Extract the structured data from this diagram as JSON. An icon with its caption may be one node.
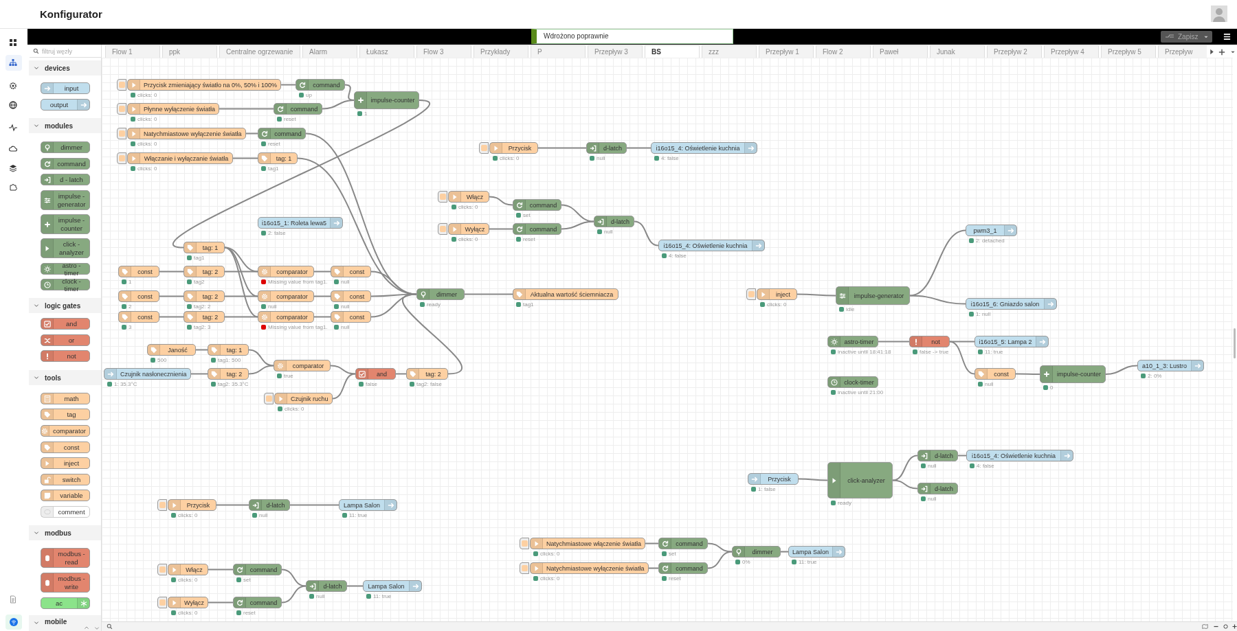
{
  "diagram": {
    "title": "Konfigurator",
    "nodes": [
      {
        "text": [
          "input"
        ]
      },
      {
        "text": [
          "output"
        ]
      },
      {
        "text": [
          "dimmer"
        ]
      },
      {
        "text": [
          "command"
        ]
      },
      {
        "text": [
          "d - latch"
        ]
      },
      {
        "text": [
          "impulse - generator"
        ]
      },
      {
        "text": [
          "impulse - counter"
        ]
      },
      {
        "text": [
          "click - analyzer"
        ]
      },
      {
        "text": [
          "astro - timer"
        ]
      },
      {
        "text": [
          "clock - timer"
        ]
      },
      {
        "text": [
          "and"
        ]
      },
      {
        "text": [
          "or"
        ]
      },
      {
        "text": [
          "not"
        ]
      },
      {
        "text": [
          "math"
        ]
      },
      {
        "text": [
          "tag"
        ]
      },
      {
        "text": [
          "comparator"
        ]
      },
      {
        "text": [
          "const"
        ]
      },
      {
        "text": [
          "inject"
        ]
      },
      {
        "text": [
          "switch"
        ]
      },
      {
        "text": [
          "variable"
        ]
      },
      {
        "text": [
          "comment"
        ]
      },
      {
        "text": [
          "modbus - read"
        ]
      },
      {
        "text": [
          "modbus - write"
        ]
      },
      {
        "text": [
          "ac"
        ]
      },
      {
        "text": [
          "Przycisk zmieniający światło na 0%, 50% i 100%"
        ],
        "beside": [
          "clicks: 0"
        ]
      },
      {
        "text": [
          "command"
        ],
        "beside": [
          "up"
        ]
      },
      {
        "text": [
          "Płynne wyłączenie światła"
        ],
        "beside": [
          "clicks: 0"
        ]
      },
      {
        "text": [
          "command"
        ],
        "beside": [
          "reset"
        ]
      },
      {
        "text": [
          "impulse-counter"
        ],
        "beside": [
          "1"
        ]
      },
      {
        "text": [
          "Natychmiastowe wyłączenie światła"
        ],
        "beside": [
          "clicks: 0"
        ]
      },
      {
        "text": [
          "command"
        ],
        "beside": [
          "reset"
        ]
      },
      {
        "text": [
          "Włączanie i wyłączanie światła"
        ],
        "beside": [
          "clicks: 0"
        ]
      },
      {
        "text": [
          "tag: 1"
        ],
        "beside": [
          "tag1"
        ]
      },
      {
        "text": [
          "Przycisk"
        ],
        "beside": [
          "clicks: 0"
        ]
      },
      {
        "text": [
          "d-latch"
        ],
        "beside": [
          "null"
        ]
      },
      {
        "text": [
          "i16o15_4: Oświetlenie kuchnia"
        ],
        "beside": [
          "4: false"
        ]
      },
      {
        "text": [
          "Włącz"
        ],
        "beside": [
          "clicks: 0"
        ]
      },
      {
        "text": [
          "command"
        ],
        "beside": [
          "set"
        ]
      },
      {
        "text": [
          "Wyłącz"
        ],
        "beside": [
          "clicks: 0"
        ]
      },
      {
        "text": [
          "command"
        ],
        "beside": [
          "reset"
        ]
      },
      {
        "text": [
          "d-latch"
        ],
        "beside": [
          "null"
        ]
      },
      {
        "text": [
          "i16o15_4: Oświetlenie kuchnia"
        ],
        "beside": [
          "4: false"
        ]
      },
      {
        "text": [
          "i16o15_1: Roleta lewa5"
        ],
        "beside": [
          "2: false"
        ]
      },
      {
        "text": [
          "pwm3_1"
        ],
        "beside": [
          "2: detached"
        ]
      },
      {
        "text": [
          "tag: 1"
        ],
        "beside": [
          "tag1"
        ]
      },
      {
        "text": [
          "const"
        ],
        "beside": [
          "1"
        ]
      },
      {
        "text": [
          "tag: 2"
        ],
        "beside": [
          "tag2"
        ]
      },
      {
        "text": [
          "comparator"
        ],
        "beside": [
          "Missing value from tag1."
        ]
      },
      {
        "text": [
          "const"
        ],
        "beside": [
          "null"
        ]
      },
      {
        "text": [
          "const"
        ],
        "beside": [
          "2"
        ]
      },
      {
        "text": [
          "tag: 2"
        ],
        "beside": [
          "tag2: 2"
        ]
      },
      {
        "text": [
          "comparator"
        ],
        "beside": [
          "null"
        ]
      },
      {
        "text": [
          "const"
        ],
        "beside": [
          "null"
        ]
      },
      {
        "text": [
          "dimmer"
        ],
        "beside": [
          "ready"
        ]
      },
      {
        "text": [
          "Aktualna wartość ściemniacza"
        ],
        "beside": [
          "tag1"
        ]
      },
      {
        "text": [
          "inject"
        ],
        "beside": [
          "clicks: 0"
        ]
      },
      {
        "text": [
          "impulse-generator"
        ],
        "beside": [
          "idle"
        ]
      },
      {
        "text": [
          "i16o15_6: Gniazdo salon"
        ],
        "beside": [
          "1: null"
        ]
      },
      {
        "text": [
          "const"
        ],
        "beside": [
          "3"
        ]
      },
      {
        "text": [
          "tag: 2"
        ],
        "beside": [
          "tag2: 3"
        ]
      },
      {
        "text": [
          "comparator"
        ],
        "beside": [
          "Missing value from tag1."
        ]
      },
      {
        "text": [
          "const"
        ],
        "beside": [
          "null"
        ]
      },
      {
        "text": [
          "astro-timer"
        ],
        "beside": [
          "inactive until 18:41:18"
        ]
      },
      {
        "text": [
          "not"
        ],
        "beside": [
          "false -> true"
        ]
      },
      {
        "text": [
          "i16o15_5: Lampa 2"
        ],
        "beside": [
          "11: true"
        ]
      },
      {
        "text": [
          "Janość"
        ],
        "beside": [
          "500"
        ]
      },
      {
        "text": [
          "tag: 1"
        ],
        "beside": [
          "tag1: 500"
        ]
      },
      {
        "text": [
          "comparator"
        ],
        "beside": [
          "true"
        ]
      },
      {
        "text": [
          "a10_1_3: Lustro"
        ],
        "beside": [
          "2: 0%"
        ]
      },
      {
        "text": [
          "Czujnik nasłonecznienia"
        ],
        "beside": [
          "1: 35.3°C"
        ]
      },
      {
        "text": [
          "tag: 2"
        ],
        "beside": [
          "tag2: 35.3°C"
        ]
      },
      {
        "text": [
          "and"
        ],
        "beside": [
          "false"
        ]
      },
      {
        "text": [
          "tag: 2"
        ],
        "beside": [
          "tag2: false"
        ]
      },
      {
        "text": [
          "impulse-counter"
        ],
        "beside": [
          "0"
        ]
      },
      {
        "text": [
          "const"
        ],
        "beside": [
          "null"
        ]
      },
      {
        "text": [
          "clock-timer"
        ],
        "beside": [
          "inactive until 21:00"
        ]
      },
      {
        "text": [
          "Czujnik ruchu"
        ],
        "beside": [
          "clicks: 0"
        ]
      },
      {
        "text": [
          "d-latch"
        ],
        "beside": [
          "null"
        ]
      },
      {
        "text": [
          "i16o15_4: Oświetlenie kuchnia"
        ],
        "beside": [
          "4: false"
        ]
      },
      {
        "text": [
          "click-analyzer"
        ],
        "beside": [
          "ready"
        ]
      },
      {
        "text": [
          "Przycisk"
        ],
        "beside": [
          "1: false"
        ]
      },
      {
        "text": [
          "d-latch"
        ],
        "beside": [
          "null"
        ]
      },
      {
        "text": [
          "Przycisk"
        ],
        "beside": [
          "clicks: 0"
        ]
      },
      {
        "text": [
          "d-latch"
        ],
        "beside": [
          "null"
        ]
      },
      {
        "text": [
          "Lampa Salon"
        ],
        "beside": [
          "11: true"
        ]
      },
      {
        "text": [
          "Natychmiastowe włączenie światła"
        ],
        "beside": [
          "clicks: 0"
        ]
      },
      {
        "text": [
          "command"
        ],
        "beside": [
          "set"
        ]
      },
      {
        "text": [
          "dimmer"
        ],
        "beside": [
          "0%"
        ]
      },
      {
        "text": [
          "Lampa Salon"
        ],
        "beside": [
          "11: true"
        ]
      },
      {
        "text": [
          "Natychmiastowe wyłączenie światła"
        ],
        "beside": [
          "clicks: 0"
        ]
      },
      {
        "text": [
          "command"
        ],
        "beside": [
          "reset"
        ]
      },
      {
        "text": [
          "Włącz"
        ],
        "beside": [
          "clicks: 0"
        ]
      },
      {
        "text": [
          "command"
        ],
        "beside": [
          "set"
        ]
      },
      {
        "text": [
          "d-latch"
        ],
        "beside": [
          "null"
        ]
      },
      {
        "text": [
          "Lampa Salon"
        ],
        "beside": [
          "11: true"
        ]
      },
      {
        "text": [
          "Wyłącz"
        ],
        "beside": [
          "clicks: 0"
        ]
      },
      {
        "text": [
          "command"
        ],
        "beside": [
          "reset"
        ]
      }
    ],
    "edges": [
      {
        "from": 24,
        "to": 25,
        "arrow": "none"
      },
      {
        "from": 25,
        "to": 28,
        "arrow": "none"
      },
      {
        "from": 26,
        "to": 27,
        "arrow": "none"
      },
      {
        "from": 27,
        "to": 28,
        "arrow": "none"
      },
      {
        "from": 28,
        "to": 44,
        "arrow": "none"
      },
      {
        "from": 29,
        "to": 30,
        "arrow": "none"
      },
      {
        "from": 30,
        "to": 53,
        "arrow": "none"
      },
      {
        "from": 31,
        "to": 32,
        "arrow": "none"
      },
      {
        "from": 32,
        "to": 53,
        "arrow": "none"
      },
      {
        "from": 33,
        "to": 34,
        "arrow": "none"
      },
      {
        "from": 34,
        "to": 35,
        "arrow": "none"
      },
      {
        "from": 36,
        "to": 37,
        "arrow": "none"
      },
      {
        "from": 38,
        "to": 39,
        "arrow": "none"
      },
      {
        "from": 37,
        "to": 40,
        "arrow": "none"
      },
      {
        "from": 39,
        "to": 40,
        "arrow": "none"
      },
      {
        "from": 40,
        "to": 41,
        "arrow": "none"
      },
      {
        "from": 44,
        "to": 47,
        "arrow": "none"
      },
      {
        "from": 44,
        "to": 51,
        "arrow": "none"
      },
      {
        "from": 44,
        "to": 60,
        "arrow": "none"
      },
      {
        "from": 45,
        "to": 46,
        "arrow": "none"
      },
      {
        "from": 46,
        "to": 47,
        "arrow": "none"
      },
      {
        "from": 47,
        "to": 48,
        "arrow": "none"
      },
      {
        "from": 48,
        "to": 53,
        "arrow": "none"
      },
      {
        "from": 49,
        "to": 50,
        "arrow": "none"
      },
      {
        "from": 50,
        "to": 51,
        "arrow": "none"
      },
      {
        "from": 51,
        "to": 52,
        "arrow": "none"
      },
      {
        "from": 52,
        "to": 53,
        "arrow": "none"
      },
      {
        "from": 58,
        "to": 59,
        "arrow": "none"
      },
      {
        "from": 59,
        "to": 60,
        "arrow": "none"
      },
      {
        "from": 60,
        "to": 61,
        "arrow": "none"
      },
      {
        "from": 61,
        "to": 53,
        "arrow": "none"
      },
      {
        "from": 53,
        "to": 54,
        "arrow": "none"
      },
      {
        "from": 55,
        "to": 56,
        "arrow": "none"
      },
      {
        "from": 56,
        "to": 43,
        "arrow": "none"
      },
      {
        "from": 56,
        "to": 57,
        "arrow": "none"
      },
      {
        "from": 62,
        "to": 63,
        "arrow": "none"
      },
      {
        "from": 63,
        "to": 64,
        "arrow": "none"
      },
      {
        "from": 63,
        "to": 74,
        "arrow": "none"
      },
      {
        "from": 74,
        "to": 73,
        "arrow": "none"
      },
      {
        "from": 73,
        "to": 68,
        "arrow": "none"
      },
      {
        "from": 65,
        "to": 66,
        "arrow": "none"
      },
      {
        "from": 66,
        "to": 67,
        "arrow": "none"
      },
      {
        "from": 69,
        "to": 70,
        "arrow": "none"
      },
      {
        "from": 70,
        "to": 67,
        "arrow": "none"
      },
      {
        "from": 67,
        "to": 71,
        "arrow": "none"
      },
      {
        "from": 76,
        "to": 71,
        "arrow": "none"
      },
      {
        "from": 71,
        "to": 72,
        "arrow": "none"
      },
      {
        "from": 72,
        "to": 53,
        "arrow": "none"
      },
      {
        "from": 80,
        "to": 79,
        "arrow": "none"
      },
      {
        "from": 79,
        "to": 77,
        "arrow": "none"
      },
      {
        "from": 79,
        "to": 81,
        "arrow": "none"
      },
      {
        "from": 77,
        "to": 78,
        "arrow": "none"
      },
      {
        "from": 82,
        "to": 83,
        "arrow": "none"
      },
      {
        "from": 83,
        "to": 84,
        "arrow": "none"
      },
      {
        "from": 91,
        "to": 92,
        "arrow": "none"
      },
      {
        "from": 95,
        "to": 96,
        "arrow": "none"
      },
      {
        "from": 92,
        "to": 93,
        "arrow": "none"
      },
      {
        "from": 96,
        "to": 93,
        "arrow": "none"
      },
      {
        "from": 93,
        "to": 94,
        "arrow": "none"
      },
      {
        "from": 85,
        "to": 86,
        "arrow": "none"
      },
      {
        "from": 89,
        "to": 90,
        "arrow": "none"
      },
      {
        "from": 86,
        "to": 87,
        "arrow": "none"
      },
      {
        "from": 90,
        "to": 87,
        "arrow": "none"
      },
      {
        "from": 87,
        "to": 88,
        "arrow": "none"
      }
    ],
    "labels": [
      "Wdrożono poprawnie",
      "Zapisz",
      "filtruj węzły",
      "Flow 1",
      "ppk",
      "Centralne ogrzewanie",
      "Alarm",
      "Łukasz",
      "Flow 3",
      "Przykłady",
      "P",
      "Przepływ 3",
      "BS",
      "zzz",
      "Przepływ 1",
      "Flow 2",
      "Paweł",
      "Junak",
      "Przepływ 2",
      "Przepływ 4",
      "Przepływ 5",
      "Przepływ",
      "devices",
      "modules",
      "logic gates",
      "tools",
      "modbus",
      "mobile"
    ]
  }
}
